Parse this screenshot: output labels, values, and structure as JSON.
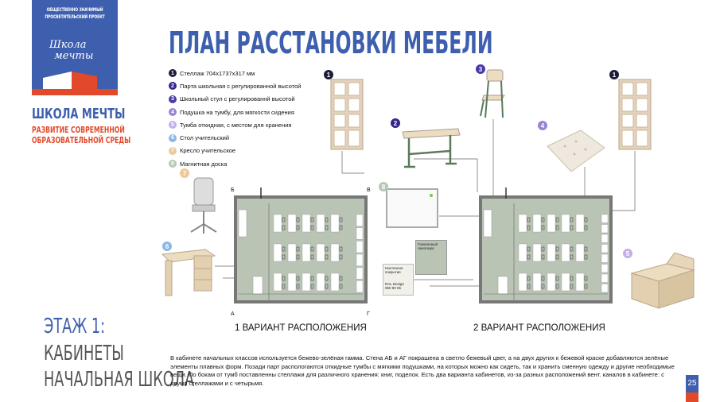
{
  "logo": {
    "top_line1": "ОБЩЕСТВЕННО ЗНАЧИМЫЙ",
    "top_line2": "ПРОСВЕТИТЕЛЬСКИЙ ПРОЕКТ",
    "script1": "Школа",
    "script2": "мечты",
    "brand": "ШКОЛА МЕЧТЫ",
    "sub1": "РАЗВИТИЕ СОВРЕМЕННОЙ",
    "sub2": "ОБРАЗОВАТЕЛЬНОЙ СРЕДЫ"
  },
  "title": "ПЛАН РАССТАНОВКИ МЕБЕЛИ",
  "legend": [
    {
      "n": "1",
      "label": "Стеллаж 704x1737x317 мм",
      "color": "#1c1c3c"
    },
    {
      "n": "2",
      "label": "Парта школьная с регулированной высотой",
      "color": "#33268a"
    },
    {
      "n": "3",
      "label": "Школьный стул с регулированнй высотой",
      "color": "#4a3aa8"
    },
    {
      "n": "4",
      "label": "Подушка на тумбу, для мягкости сидения",
      "color": "#9a82d8"
    },
    {
      "n": "5",
      "label": "Тумба откидная, с местом для хранения",
      "color": "#c4aeea"
    },
    {
      "n": "6",
      "label": "Стол учительский",
      "color": "#8ab8e8"
    },
    {
      "n": "7",
      "label": "Кресло учительское",
      "color": "#f0c898"
    },
    {
      "n": "8",
      "label": "Магнитная доска",
      "color": "#b8c8b8"
    }
  ],
  "plan": {
    "corner_b": "Б",
    "corner_v": "В",
    "corner_a": "А",
    "corner_g": "Г",
    "variant1": "1 ВАРИАНТ РАСПОЛОЖЕНИЯ",
    "variant2": "2 ВАРИАНТ РАСПОЛОЖЕНИЯ",
    "floor_color": "#b9c4b5",
    "desk_rows": 3,
    "desk_cols": 5
  },
  "swatches": {
    "floor": "Гомогенный линолеум",
    "wall": "Настенное покрытие",
    "ral": "RAL Design",
    "ral_code": "050 90 05"
  },
  "side": {
    "floor": "ЭТАЖ 1:",
    "line1": "КАБИНЕТЫ",
    "line2": "НАЧАЛЬНАЯ ШКОЛА"
  },
  "description": "В кабинете начальных классов используется бежево-зелёная гамма. Стена АБ и АГ покрашена в светло бежевый цвет, а на двух других к бежевой краске добавляются зелёные элементы плавных форм. Позади парт распологаются откидные тумбы с мягкими подушками, на которых можно как сидеть, так и хранить сменную одежду и другие необходимые вещи. По бокам от тумб поставленны стеллажи для различного хранения: книг, поделок. Есть два варианта кабинетов, из-за разных расположений вент. каналов в кабинете: с двумя стеллажами и с четырьмя.",
  "page_number": "25"
}
